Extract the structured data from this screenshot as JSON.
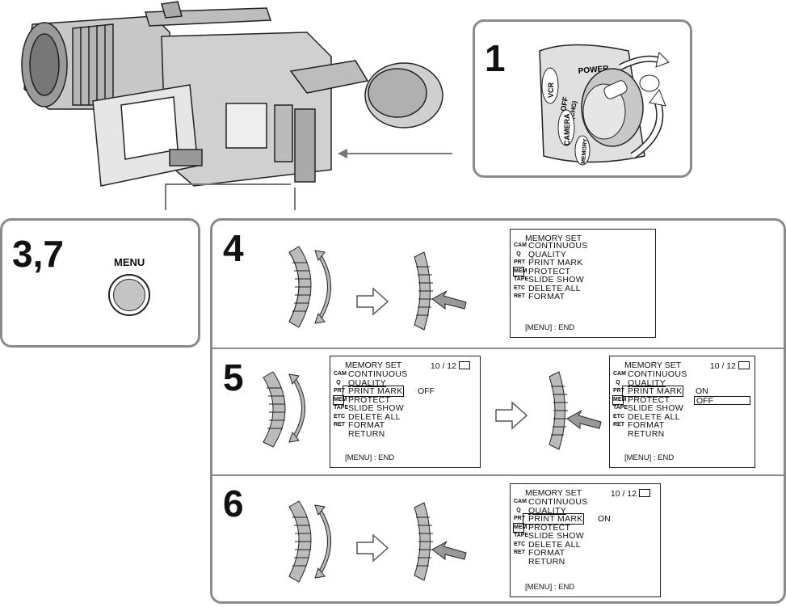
{
  "panels": {
    "step1": {
      "number": "1"
    },
    "step37": {
      "number": "3,7",
      "button_label": "MENU"
    },
    "step4": {
      "number": "4"
    },
    "step5": {
      "number": "5"
    },
    "step6": {
      "number": "6"
    }
  },
  "dial": {
    "power_label": "POWER",
    "positions": [
      "VCR",
      "OFF",
      "(CHG)",
      "CAMERA",
      "MEMORY"
    ]
  },
  "menu": {
    "title": "MEMORY SET",
    "page": "10 / 12",
    "end": "[MENU] : END",
    "items": [
      {
        "icon": "CAM",
        "label": "CONTINUOUS"
      },
      {
        "icon": "Q",
        "label": "QUALITY"
      },
      {
        "icon": "PRT",
        "label": "PRINT MARK"
      },
      {
        "icon": "MEM",
        "label": "PROTECT"
      },
      {
        "icon": "TAPE",
        "label": "SLIDE SHOW"
      },
      {
        "icon": "ETC",
        "label": "DELETE ALL"
      },
      {
        "icon": "RET",
        "label": "FORMAT"
      }
    ],
    "return_label": "RETURN",
    "print_mark_off": "OFF",
    "print_mark_on": "ON",
    "options": [
      "ON",
      "OFF"
    ]
  }
}
